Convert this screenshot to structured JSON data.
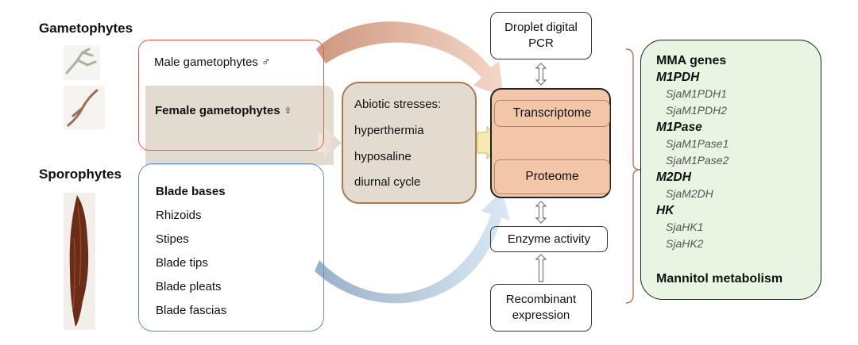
{
  "labels": {
    "gametophytes": "Gametophytes",
    "sporophytes": "Sporophytes"
  },
  "gametophyte_box": {
    "male": "Male gametophytes ♂",
    "female": "Female gametophytes ♀"
  },
  "sporophyte_box": {
    "items": [
      "Blade bases",
      "Rhizoids",
      "Stipes",
      "Blade tips",
      "Blade pleats",
      "Blade fascias"
    ]
  },
  "stress_box": {
    "title": "Abiotic stresses:",
    "items": [
      "hyperthermia",
      "hyposaline",
      "diurnal cycle"
    ]
  },
  "omics": {
    "top": "Transcriptome",
    "bottom": "Proteome"
  },
  "ddpcr": "Droplet digital PCR",
  "enzyme": "Enzyme activity",
  "recombinant": "Recombinant expression",
  "genes_panel": {
    "title": "MMA genes",
    "groups": [
      {
        "name": "M1PDH",
        "genes": [
          "SjaM1PDH1",
          "SjaM1PDH2"
        ]
      },
      {
        "name": "M1Pase",
        "genes": [
          "SjaM1Pase1",
          "SjaM1Pase2"
        ]
      },
      {
        "name": "M2DH",
        "genes": [
          "SjaM2DH"
        ]
      },
      {
        "name": "HK",
        "genes": [
          "SjaHK1",
          "SjaHK2"
        ]
      }
    ],
    "footer": "Mannitol metabolism"
  },
  "colors": {
    "red_border": "#e05a4a",
    "blue_border": "#5b8fd0",
    "beige": "#e3dbd0",
    "stress_border": "#a97a50",
    "omics_fill": "#f2c6a6",
    "green_fill": "#e8f5e2",
    "arrow_pink": "#e8b4a0",
    "arrow_blue": "#a9c4dc",
    "arrow_yellow": "#f6eab0"
  }
}
